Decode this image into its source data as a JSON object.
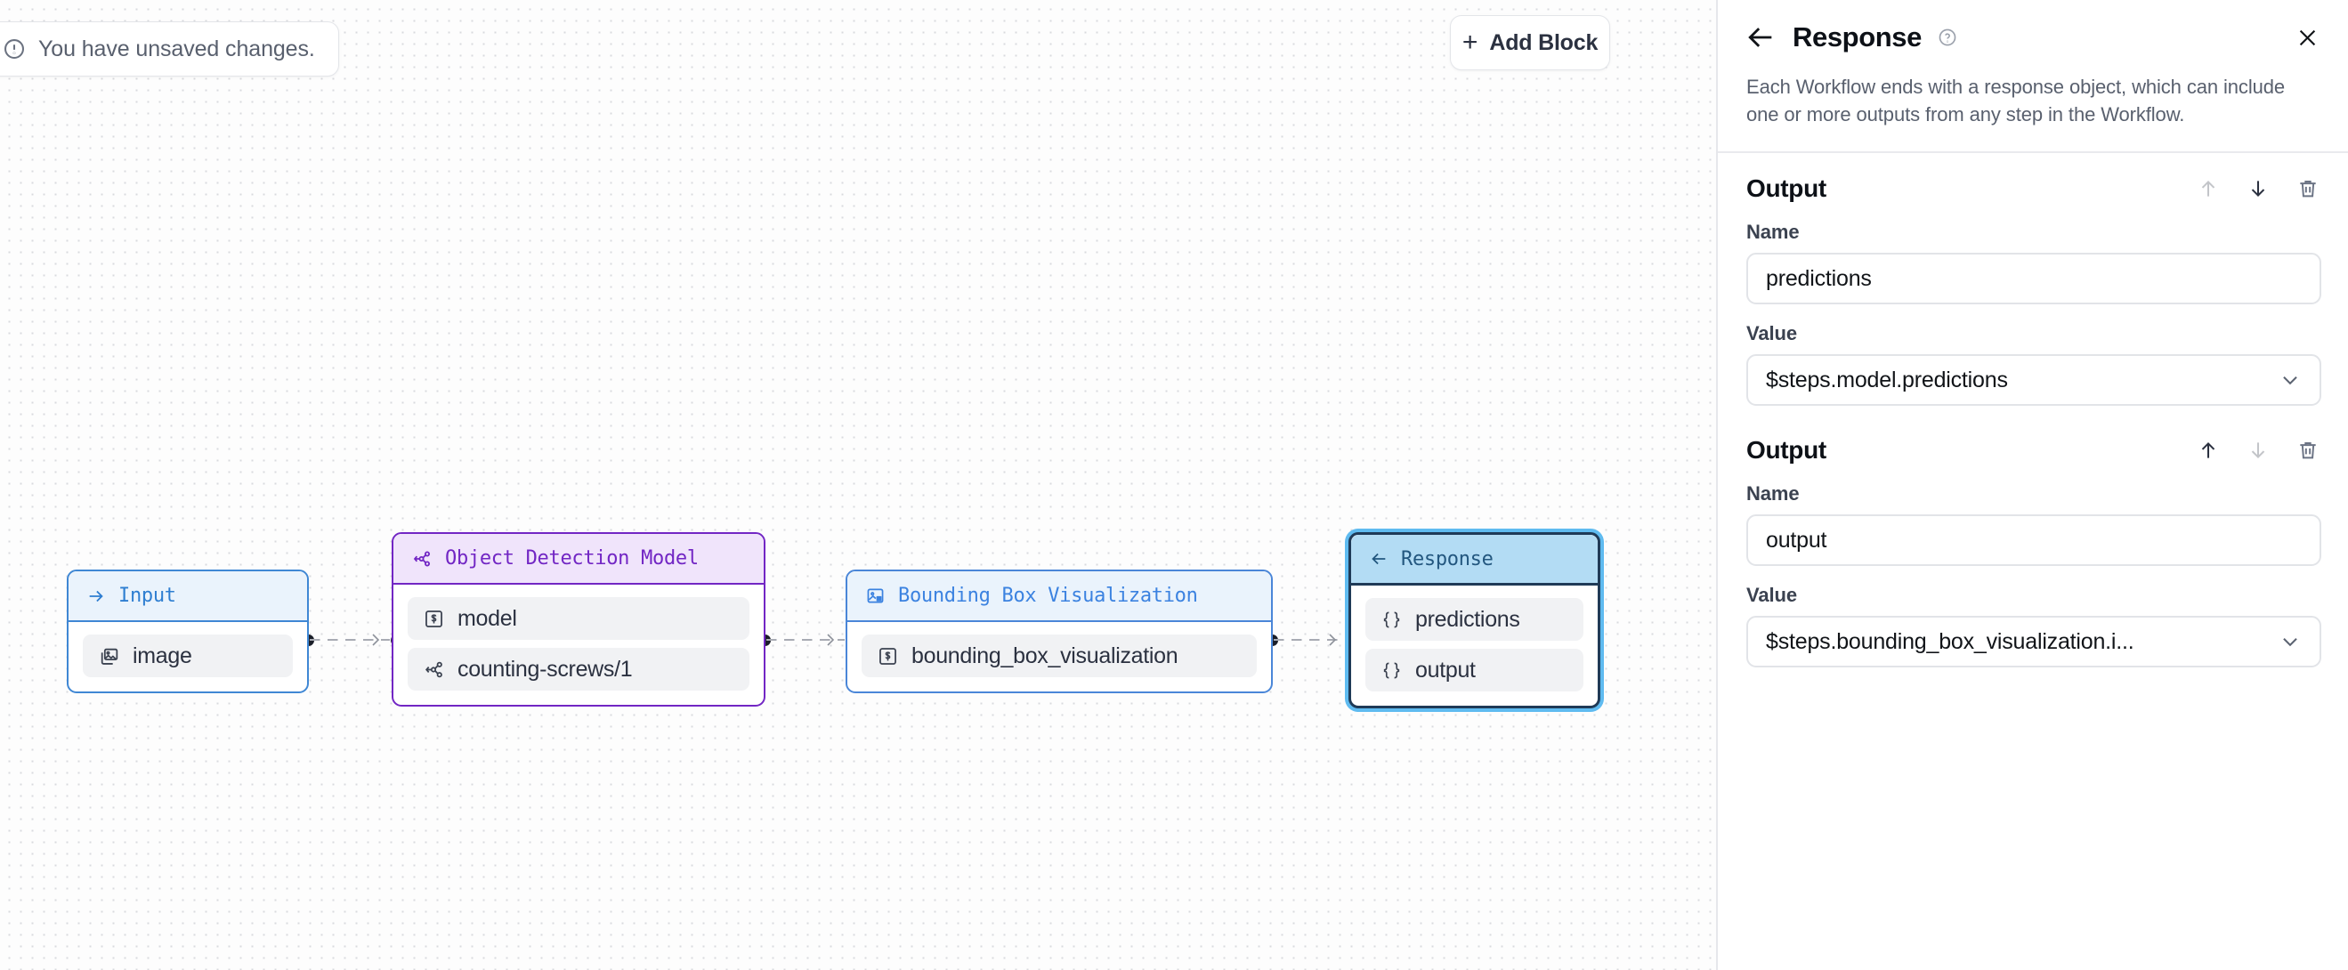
{
  "canvas": {
    "unsaved_banner": {
      "text": "You have unsaved changes.",
      "icon": "info-circle-icon"
    },
    "add_block_button": {
      "label": "Add Block",
      "plus": "+"
    },
    "nodes": [
      {
        "id": "input",
        "title": "Input",
        "header_icon": "arrow-right-icon",
        "items": [
          {
            "label": "image",
            "icon": "images-icon"
          }
        ]
      },
      {
        "id": "model",
        "title": "Object Detection Model",
        "header_icon": "model-graph-icon",
        "items": [
          {
            "label": "model",
            "icon": "variable-box-icon"
          },
          {
            "label": "counting-screws/1",
            "icon": "model-graph-icon"
          }
        ]
      },
      {
        "id": "bounding_box_visualization",
        "title": "Bounding Box Visualization",
        "header_icon": "image-frame-icon",
        "items": [
          {
            "label": "bounding_box_visualization",
            "icon": "variable-box-icon"
          }
        ]
      },
      {
        "id": "response",
        "title": "Response",
        "header_icon": "arrow-left-icon",
        "selected": true,
        "items": [
          {
            "label": "predictions",
            "icon": "braces-icon"
          },
          {
            "label": "output",
            "icon": "braces-icon"
          }
        ]
      }
    ]
  },
  "panel": {
    "title": "Response",
    "back_icon": "arrow-left-icon",
    "help_icon": "question-circle-icon",
    "close_icon": "close-icon",
    "description": "Each Workflow ends with a response object, which can include one or more outputs from any step in the Workflow.",
    "outputs": [
      {
        "heading": "Output",
        "move_up_enabled": false,
        "move_down_enabled": true,
        "name_label": "Name",
        "name_value": "predictions",
        "value_label": "Value",
        "value_value": "$steps.model.predictions"
      },
      {
        "heading": "Output",
        "move_up_enabled": true,
        "move_down_enabled": false,
        "name_label": "Name",
        "name_value": "output",
        "value_label": "Value",
        "value_value": "$steps.bounding_box_visualization.i..."
      }
    ]
  },
  "colors": {
    "input_accent": "#3f87d4",
    "model_accent": "#7226c4",
    "bbox_accent": "#4a86d8",
    "response_accent": "#1f3a57",
    "selection_glow": "#5fbbf0"
  }
}
